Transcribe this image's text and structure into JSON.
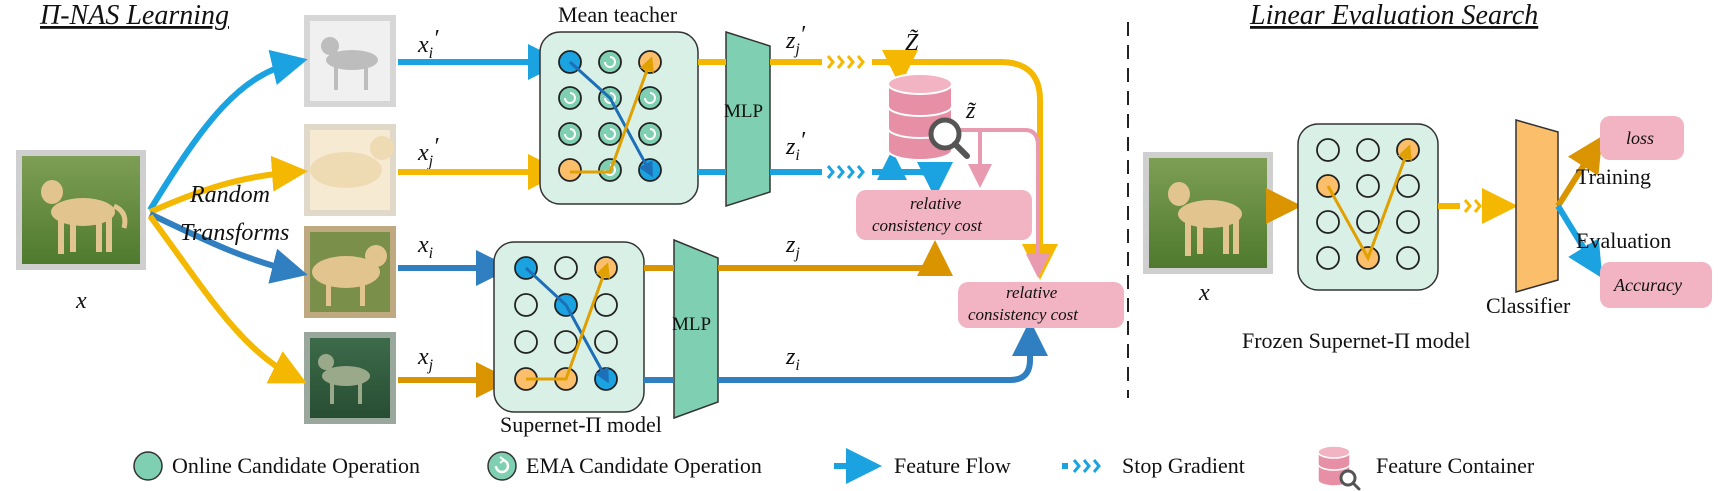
{
  "left_title": "Π-NAS Learning",
  "right_title": "Linear Evaluation Search",
  "input_label": "x",
  "random_transforms": [
    "Random",
    "Transforms"
  ],
  "views": {
    "xi_prime": {
      "base": "x",
      "sub": "i",
      "prime": "′"
    },
    "xj_prime": {
      "base": "x",
      "sub": "j",
      "prime": "′"
    },
    "xi": {
      "base": "x",
      "sub": "i"
    },
    "xj": {
      "base": "x",
      "sub": "j"
    }
  },
  "feats": {
    "zj_prime": {
      "base": "z",
      "sub": "j",
      "prime": "′"
    },
    "zi_prime": {
      "base": "z",
      "sub": "i",
      "prime": "′"
    },
    "zj": {
      "base": "z",
      "sub": "j"
    },
    "zi": {
      "base": "z",
      "sub": "i"
    },
    "Z_tilde": "Z̃",
    "z_tilde": "z̃"
  },
  "mean_teacher_label": "Mean teacher",
  "supernet_label": "Supernet-Π model",
  "mlp_label": "MLP",
  "cost_box": [
    "relative",
    "consistency cost"
  ],
  "eval": {
    "input_label": "x",
    "frozen_label": "Frozen Supernet-Π model",
    "classifier_label": "Classifier",
    "training_label": "Training",
    "evaluation_label": "Evaluation",
    "loss_label": "loss",
    "accuracy_label": "Accuracy"
  },
  "legend": {
    "online": "Online Candidate Operation",
    "ema": "EMA Candidate Operation",
    "flow": "Feature Flow",
    "stop": "Stop Gradient",
    "container": "Feature Container"
  },
  "colors": {
    "blue": "#1aa3e0",
    "steel_blue": "#2f7fc1",
    "orange": "#f5b800",
    "dark_orange": "#d99400",
    "teal_panel": "#d9f0e6",
    "mlp_green": "#7fcfb2",
    "pink_box": "#f2b3c3",
    "pink_db": "#e68fa5",
    "classifier_orange": "#fbbf6b"
  }
}
